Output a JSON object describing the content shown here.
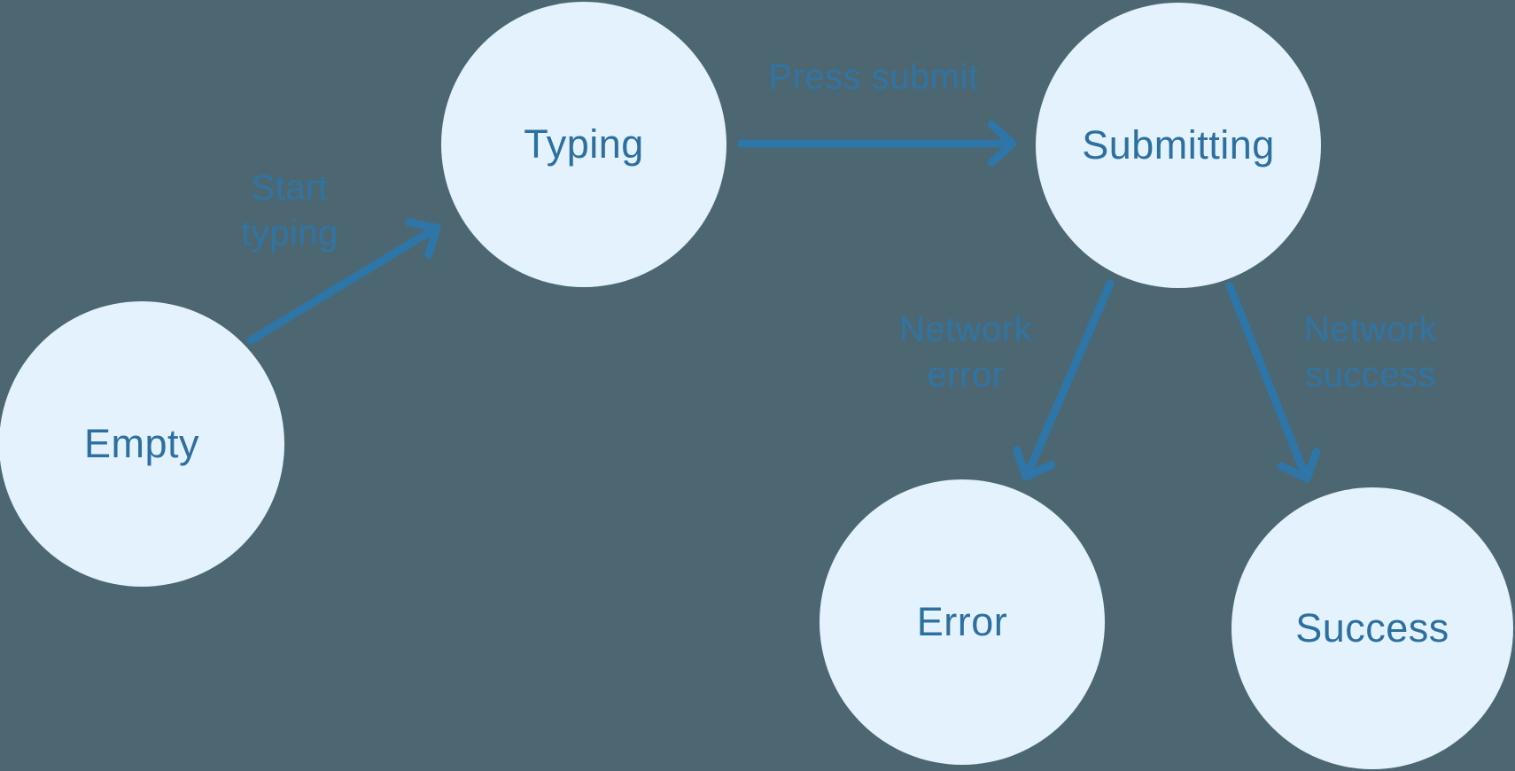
{
  "colors": {
    "background": "#4C6771",
    "node_fill": "#E3F2FC",
    "node_text": "#2D709F",
    "edge": "#2E76A8",
    "edge_label": "#3174A4"
  },
  "diagram": {
    "type": "state-machine",
    "states": [
      {
        "id": "empty",
        "label": "Empty"
      },
      {
        "id": "typing",
        "label": "Typing"
      },
      {
        "id": "submitting",
        "label": "Submitting"
      },
      {
        "id": "error",
        "label": "Error"
      },
      {
        "id": "success",
        "label": "Success"
      }
    ],
    "transitions": [
      {
        "from": "empty",
        "to": "typing",
        "label": "Start typing"
      },
      {
        "from": "typing",
        "to": "submitting",
        "label": "Press submit"
      },
      {
        "from": "submitting",
        "to": "error",
        "label": "Network error"
      },
      {
        "from": "submitting",
        "to": "success",
        "label": "Network success"
      }
    ]
  }
}
